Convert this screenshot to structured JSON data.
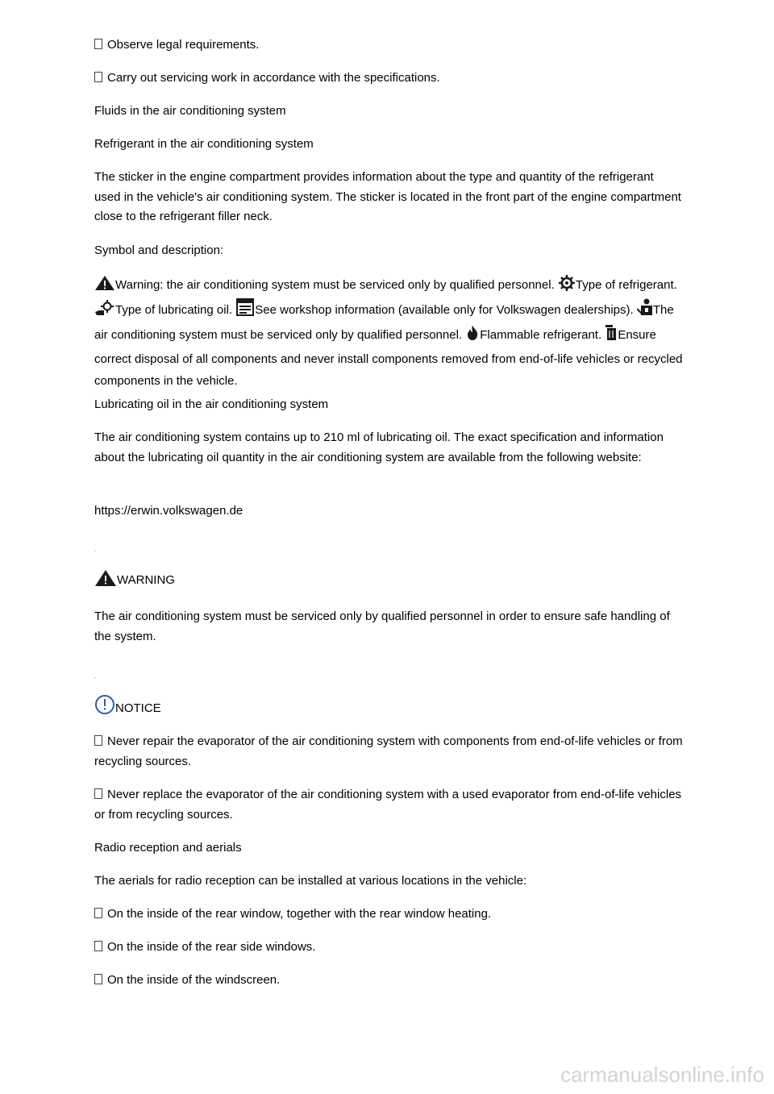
{
  "bullet_glyph": "",
  "items": {
    "b1": "Observe legal requirements.",
    "b2": "Carry out servicing work in accordance with the specifications."
  },
  "headings": {
    "fluids": "Fluids in the air conditioning system",
    "refrigerant": "Refrigerant in the air conditioning system",
    "symbols": "Symbol and description:",
    "lubricating": "Lubricating oil in the air conditioning system",
    "radio": "Radio reception and aerials"
  },
  "paragraphs": {
    "sticker": "The sticker in the engine compartment provides information about the type and quantity of the refrigerant used in the vehicle's air conditioning system. The sticker is located in the front part of the engine compartment close to the refrigerant filler neck.",
    "lub_oil": "The air conditioning system contains up to 210 ml of lubricating oil. The exact specification and information about the lubricating oil quantity in the air conditioning system are available from the following website:",
    "url": "https://erwin.volkswagen.de",
    "aerials_intro": "The aerials for radio reception can be installed at various locations in the vehicle:"
  },
  "symbols": {
    "s1": "Warning: the air conditioning system must be serviced only by qualified personnel.",
    "s2": "Type of refrigerant.",
    "s3": "Type of lubricating oil.",
    "s4": "See workshop information (available only for Volkswagen dealerships).",
    "s5": "The air conditioning system must be serviced only by qualified personnel.",
    "s6": "Flammable refrigerant.",
    "s7": "Ensure correct disposal of all components and never install components removed from end-of-life vehicles or recycled components in the vehicle."
  },
  "warning": {
    "label": "WARNING",
    "text": "The air conditioning system must be serviced only by qualified personnel in order to ensure safe handling of the system."
  },
  "notice": {
    "label": "NOTICE",
    "n1": "Never repair the evaporator of the air conditioning system with components from end-of-life vehicles or from recycling sources.",
    "n2": "Never replace the evaporator of the air conditioning system with a used evaporator from end-of-life vehicles or from recycling sources."
  },
  "aerials": {
    "a1": "On the inside of the rear window, together with the rear window heating.",
    "a2": "On the inside of the rear side windows.",
    "a3": "On the inside of the windscreen."
  },
  "watermark": "carmanualsonline.info",
  "icons": {
    "warning": "warning-triangle-icon",
    "refrigerant": "gear-snowflake-icon",
    "oil": "oil-can-gear-icon",
    "workshop": "workshop-manual-icon",
    "personnel": "qualified-personnel-icon",
    "flammable": "flame-icon",
    "disposal": "disposal-bin-icon",
    "notice": "notice-exclamation-icon"
  },
  "colors": {
    "text": "#000000",
    "icon": "#1a1a1a",
    "notice_icon": "#2a5db0",
    "watermark": "#d4d4d4"
  }
}
